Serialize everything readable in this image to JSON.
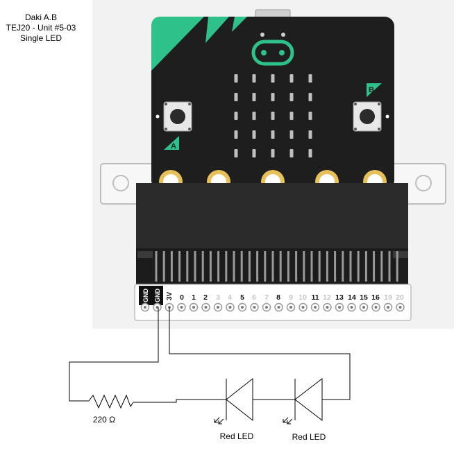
{
  "title_block": {
    "line1": "Daki A.B",
    "line2": "TEJ20 - Unit #5-03",
    "line3": "Single LED"
  },
  "microbit": {
    "button_a": "A",
    "button_b": "B"
  },
  "breakout_pins": {
    "gnd_labels": [
      "GND",
      "GND"
    ],
    "v3_label": "3V",
    "numbers": [
      "0",
      "1",
      "2",
      "3",
      "4",
      "5",
      "6",
      "7",
      "8",
      "9",
      "10",
      "11",
      "12",
      "13",
      "14",
      "15",
      "16",
      "19",
      "20"
    ],
    "bold_numbers": [
      "0",
      "1",
      "2",
      "5",
      "8",
      "11",
      "13",
      "14",
      "15",
      "16"
    ]
  },
  "components": {
    "resistor_label": "220 Ω",
    "led1_label": "Red LED",
    "led2_label": "Red LED"
  },
  "colors": {
    "board": "#1e1e1e",
    "accent": "#2ec28a",
    "gold": "#e6c15a",
    "panel": "#f2f2f2"
  }
}
